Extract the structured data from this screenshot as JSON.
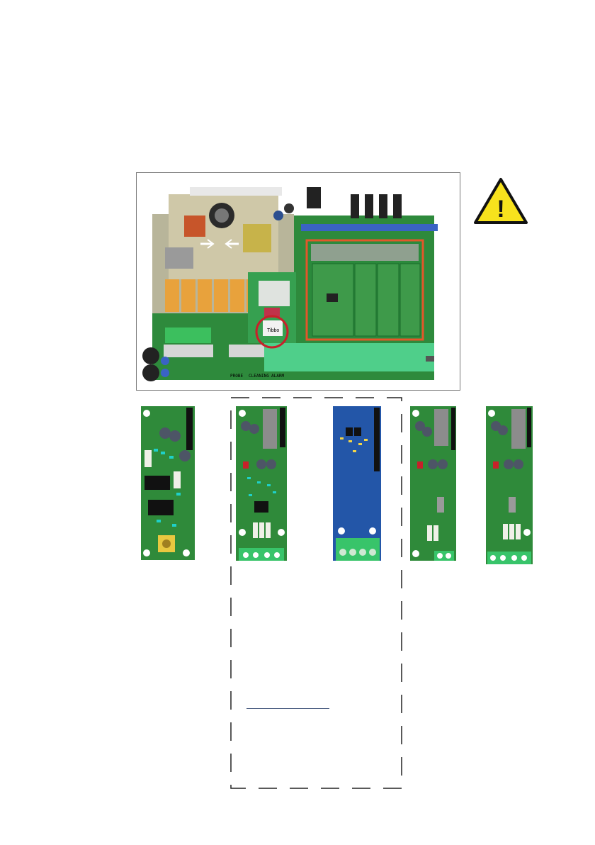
{
  "main_photo": {
    "description_items": [],
    "board_labels": [
      "PROBE",
      "CLEANING",
      "ALARM"
    ],
    "module_chip_label": "Tibbo"
  },
  "warning_icon": {
    "symbol": "!"
  },
  "modules": [
    {
      "id": "module-1",
      "color": "green"
    },
    {
      "id": "module-2",
      "color": "green"
    },
    {
      "id": "module-3",
      "color": "blue"
    },
    {
      "id": "module-4",
      "color": "green"
    },
    {
      "id": "module-5",
      "color": "green"
    }
  ],
  "colors": {
    "pcb_green": "#2f8a3a",
    "pcb_blue": "#2356a8",
    "terminal_green": "#38c46a",
    "highlight_orange": "#e3572a",
    "highlight_red": "#c8202a",
    "warning_yellow": "#f7e21d"
  }
}
